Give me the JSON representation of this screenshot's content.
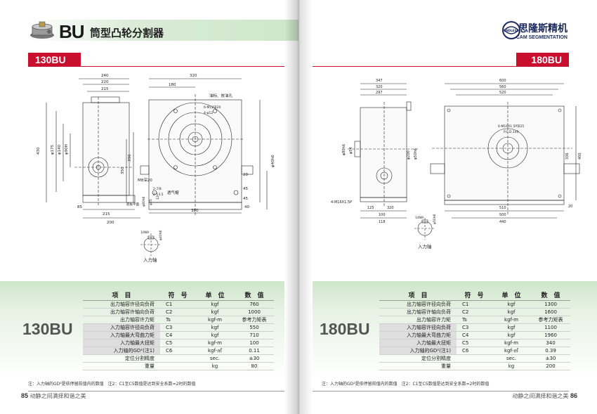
{
  "header": {
    "brand": "BU",
    "title": "筒型凸轮分割器"
  },
  "logo": {
    "chinese": "思隆斯精机",
    "english": "CAM SEGMENTATION",
    "mark_text": "ENDLESS"
  },
  "left": {
    "model_tab": "130BU",
    "drawing": {
      "dims_top": [
        "240",
        "220",
        "215",
        "320",
        "180"
      ],
      "dims_left": [
        "430",
        "φ175",
        "φ140",
        "φ90H",
        "390",
        "350"
      ],
      "dims_right": [
        "20",
        "45",
        "45",
        "φ40h6"
      ],
      "dims_bottom": [
        "85",
        "215",
        "200",
        "380",
        "40"
      ],
      "labels": [
        "油标、放油孔",
        "6-M12深20",
        "4-φ12",
        "M8深20",
        "2-7/8",
        "2-13.5",
        "透气帽",
        "底板平面",
        "φ80h6",
        "φ25",
        "12"
      ],
      "input_shaft_label": "入力轴",
      "input_shaft_dims": [
        "10N9",
        "φ40h6"
      ]
    },
    "spec": {
      "model": "130BU",
      "headers": [
        "项　目",
        "符　号",
        "单　位",
        "数　值"
      ],
      "rows": [
        {
          "item": "出力轴容许径向负荷",
          "sym": "C1",
          "unit": "kgf",
          "val": "760",
          "shade": false
        },
        {
          "item": "出力轴容许轴向负荷",
          "sym": "C2",
          "unit": "kgf",
          "val": "1000",
          "shade": false
        },
        {
          "item": "出力轴容许力矩",
          "sym": "Ts",
          "unit": "kgf-m",
          "val": "参考力矩表",
          "shade": false
        },
        {
          "item": "入力轴容许径向负荷",
          "sym": "C3",
          "unit": "kgf",
          "val": "550",
          "shade": true
        },
        {
          "item": "入力轴最大弯曲力矩",
          "sym": "C4",
          "unit": "kgf",
          "val": "710",
          "shade": true
        },
        {
          "item": "入力轴最大扭矩",
          "sym": "C5",
          "unit": "kgf-m",
          "val": "100",
          "shade": true
        },
        {
          "item": "入力轴的GD²(注1)",
          "sym": "C6",
          "unit": "kgf-㎡",
          "val": "0.11",
          "shade": true
        },
        {
          "item": "定位分割精度",
          "sym": "",
          "unit": "sec.",
          "val": "±30",
          "shade": false
        },
        {
          "item": "重量",
          "sym": "",
          "unit": "kg",
          "val": "80",
          "shade": false
        }
      ]
    },
    "note": "注：入力轴的GD²是依停留前值内的数值　注2：C1至C5数值是达到安全系数=2时的数值",
    "page_number": "85",
    "page_caption": "动静之间满择和谐之美"
  },
  "right": {
    "model_tab": "180BU",
    "drawing": {
      "dims_top": [
        "347",
        "320",
        "297",
        "600",
        "560",
        "520"
      ],
      "dims_left": [
        "φ80h6",
        "φ54",
        "4-M16X1.5P"
      ],
      "dims_right": [
        "400",
        "336",
        "φ50h6",
        "φ200",
        "20"
      ],
      "dims_bottom": [
        "125",
        "100",
        "118",
        "320",
        "510",
        "500",
        "440"
      ],
      "labels": [
        "6-M16X1.5P深25",
        "P.C.D.140"
      ],
      "input_shaft_label": "入力轴",
      "input_shaft_dims": [
        "14N9",
        "φ50h6"
      ]
    },
    "spec": {
      "model": "180BU",
      "headers": [
        "项　目",
        "符　号",
        "单　位",
        "数　值"
      ],
      "rows": [
        {
          "item": "出力轴容许径向负荷",
          "sym": "C1",
          "unit": "kgf",
          "val": "1300",
          "shade": false
        },
        {
          "item": "出力轴容许轴向负荷",
          "sym": "C2",
          "unit": "kgf",
          "val": "1600",
          "shade": false
        },
        {
          "item": "出力轴容许力矩",
          "sym": "Ts",
          "unit": "kgf-m",
          "val": "参考力矩表",
          "shade": false
        },
        {
          "item": "入力轴容许径向负荷",
          "sym": "C3",
          "unit": "kgf",
          "val": "1100",
          "shade": true
        },
        {
          "item": "入力轴最大弯曲力矩",
          "sym": "C4",
          "unit": "kgf",
          "val": "1960",
          "shade": true
        },
        {
          "item": "入力轴最大扭矩",
          "sym": "C5",
          "unit": "kgf-m",
          "val": "340",
          "shade": true
        },
        {
          "item": "入力轴的GD²(注1)",
          "sym": "C6",
          "unit": "kgf-㎡",
          "val": "0.39",
          "shade": true
        },
        {
          "item": "定位分割精度",
          "sym": "",
          "unit": "sec.",
          "val": "±30",
          "shade": false
        },
        {
          "item": "重量",
          "sym": "",
          "unit": "kg",
          "val": "200",
          "shade": false
        }
      ]
    },
    "note": "注：入力轴的GD²是依停留前值内的数值　注2：C1至C5数值是达到安全系数=2时的数值",
    "page_number": "86",
    "page_caption": "动静之间满择和谐之美"
  }
}
